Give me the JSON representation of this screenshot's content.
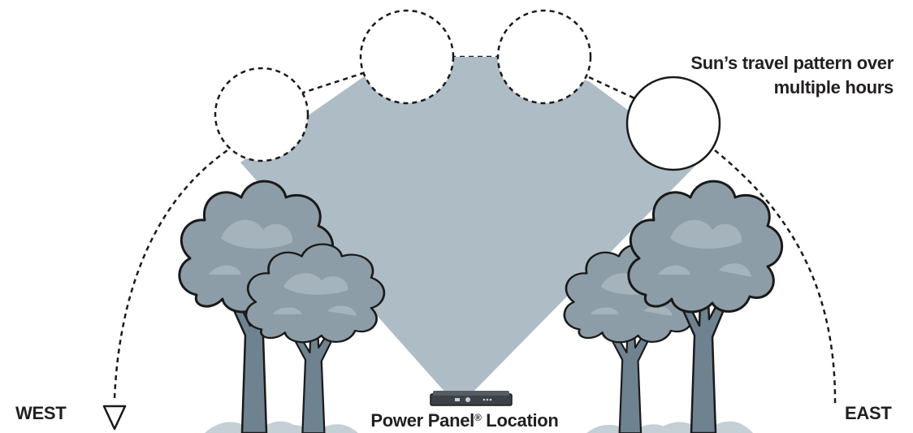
{
  "labels": {
    "west": "WEST",
    "east": "EAST",
    "panel_main": "Power Panel",
    "panel_reg": "®",
    "panel_suffix": " Location",
    "sun_caption_line1": "Sun’s travel pattern over",
    "sun_caption_line2": "multiple hours"
  },
  "colors": {
    "light_beam": "#aebcc6",
    "tree_foliage": "#8c9da7",
    "tree_foliage_light": "#a5b3bc",
    "tree_trunk": "#6f8290",
    "ground_shadow": "#c4cfd6",
    "text": "#231f20",
    "outline": "#1a1a1a"
  },
  "icons": {
    "panel": "power-panel-device-icon",
    "tree": "tree-icon",
    "sun": "sun-circle-icon",
    "arrow": "arrowhead-down-icon"
  }
}
